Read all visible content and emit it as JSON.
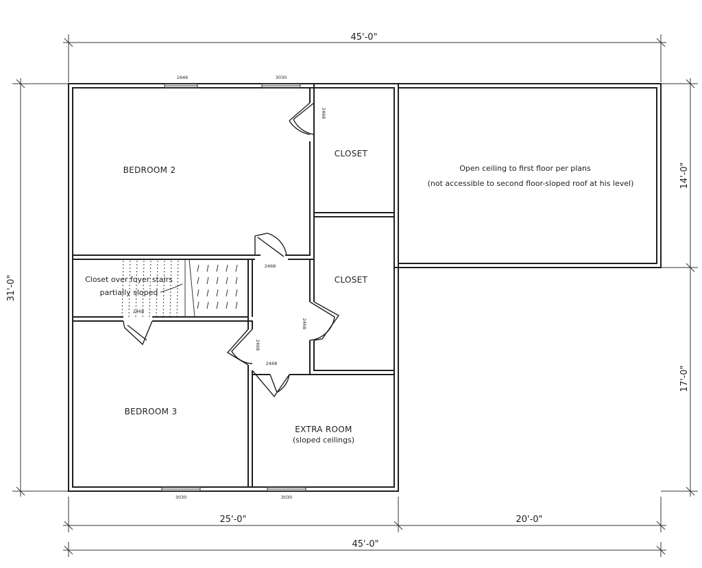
{
  "dimensions": {
    "top_overall": "45'-0\"",
    "bottom_overall": "45'-0\"",
    "bottom_left": "25'-0\"",
    "bottom_right": "20'-0\"",
    "left_overall": "31'-0\"",
    "right_upper": "14'-0\"",
    "right_lower": "17'-0\""
  },
  "rooms": {
    "bedroom2": "BEDROOM 2",
    "bedroom3": "BEDROOM 3",
    "closet_upper": "CLOSET",
    "closet_lower": "CLOSET",
    "extra_room": "EXTRA ROOM",
    "extra_room_note": "(sloped ceilings)",
    "stair_closet_line1": "Closet over foyer stairs",
    "stair_closet_line2": "partially sloped",
    "open_ceiling_line1": "Open ceiling to first floor per plans",
    "open_ceiling_line2": "(not accessible to second floor-sloped roof at his level)"
  },
  "windows": {
    "bedroom2_left": "1646",
    "bedroom2_right": "3030",
    "bedroom3_bottom": "3030",
    "extra_room_bottom": "3030"
  },
  "doors": {
    "closet_upper": "2468",
    "hall_top": "2468",
    "stair_closet": "2468",
    "closet_lower": "2468",
    "hall_left": "2468",
    "hall_bottom": "2468"
  }
}
